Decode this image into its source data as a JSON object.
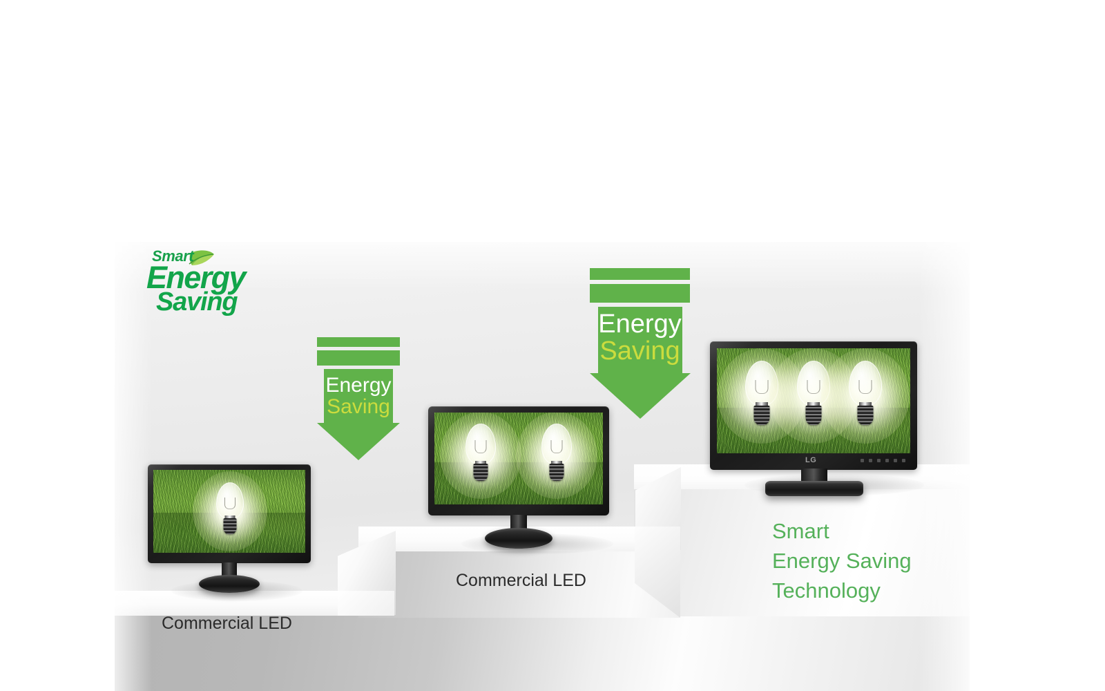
{
  "theme": {
    "arrow_green": "#60b24a",
    "saving_yellow_green": "#cbdc3e",
    "logo_green": "#12a54a",
    "headline_green": "#55b15a",
    "caption_dark": "#2b2b2b",
    "energy_white": "#ffffff"
  },
  "logo": {
    "name": "smart-energy-saving-logo",
    "line1": "Smart",
    "line2": "Energy",
    "line3": "Saving",
    "leaf_icon": "leaf-icon"
  },
  "arrows": [
    {
      "id": "arrow-small",
      "label_top": "Energy",
      "label_bottom": "Saving"
    },
    {
      "id": "arrow-large",
      "label_top": "Energy",
      "label_bottom": "Saving"
    }
  ],
  "steps": [
    {
      "id": "step-left",
      "caption": "Commercial LED",
      "bulbs": 1,
      "monitor": {
        "brand": "",
        "screen_content": "glowing-light-bulb-on-grass"
      }
    },
    {
      "id": "step-middle",
      "caption": "Commercial LED",
      "bulbs": 2,
      "monitor": {
        "brand": "",
        "screen_content": "glowing-light-bulbs-on-grass"
      }
    },
    {
      "id": "step-right",
      "caption": "",
      "bulbs": 3,
      "monitor": {
        "brand": "LG",
        "screen_content": "glowing-light-bulbs-on-grass"
      }
    }
  ],
  "headline": {
    "line1": "Smart",
    "line2": "Energy Saving",
    "line3": "Technology"
  }
}
